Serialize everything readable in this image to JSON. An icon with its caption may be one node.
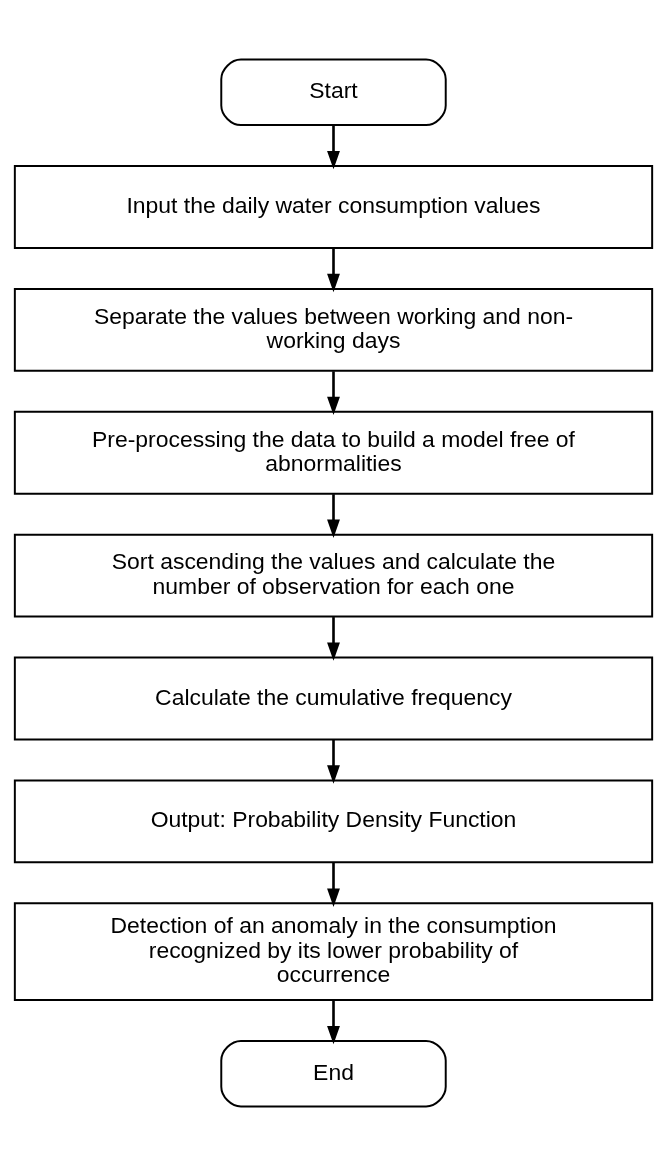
{
  "diagram": {
    "nodes": [
      {
        "text": [
          "Start"
        ]
      },
      {
        "text": [
          "Input the daily water consumption values"
        ]
      },
      {
        "text": [
          "Separate the values between working and non-working days"
        ]
      },
      {
        "text": [
          "Pre-processing the data to build a model free of abnormalities"
        ]
      },
      {
        "text": [
          "Sort ascending the values and calculate the number of observation for each one"
        ]
      },
      {
        "text": [
          "Calculate the cumulative frequency"
        ]
      },
      {
        "text": [
          "Output: Probability Density Function"
        ]
      },
      {
        "text": [
          "Detection of an anomaly in the consumption recognized by its lower probability of occurrence"
        ]
      },
      {
        "text": [
          "End"
        ]
      }
    ],
    "edges": [
      {
        "from": 0,
        "to": 1,
        "arrow": "to"
      },
      {
        "from": 1,
        "to": 2,
        "arrow": "to"
      },
      {
        "from": 2,
        "to": 3,
        "arrow": "to"
      },
      {
        "from": 3,
        "to": 4,
        "arrow": "to"
      },
      {
        "from": 4,
        "to": 5,
        "arrow": "to"
      },
      {
        "from": 5,
        "to": 6,
        "arrow": "to"
      },
      {
        "from": 6,
        "to": 7,
        "arrow": "to"
      },
      {
        "from": 7,
        "to": 8,
        "arrow": "to"
      }
    ]
  }
}
